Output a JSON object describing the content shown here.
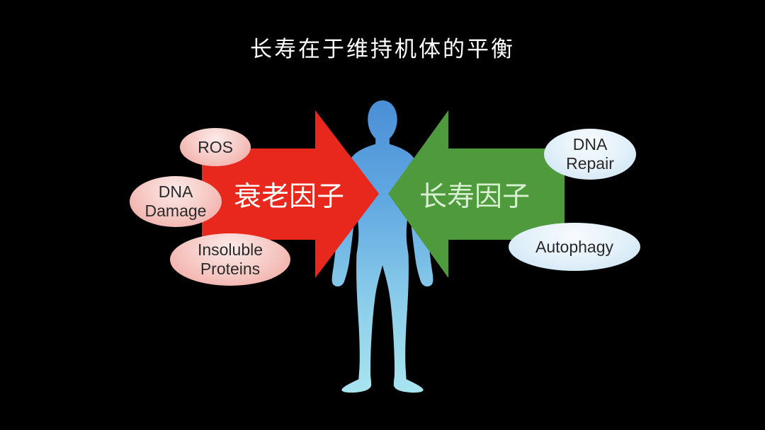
{
  "title": "长寿在于维持机体的平衡",
  "arrows": {
    "aging": {
      "label": "衰老因子",
      "color": "#E8271D",
      "text_color": "#FFFFFF"
    },
    "longevity": {
      "label": "长寿因子",
      "color": "#4E9A3D",
      "text_color": "#D9EFD2"
    }
  },
  "aging_factors": {
    "ros": {
      "line1": "ROS"
    },
    "dna_damage": {
      "line1": "DNA",
      "line2": "Damage"
    },
    "insoluble_proteins": {
      "line1": "Insoluble",
      "line2": "Proteins"
    }
  },
  "longevity_factors": {
    "dna_repair": {
      "line1": "DNA",
      "line2": "Repair"
    },
    "autophagy": {
      "line1": "Autophagy"
    }
  },
  "colors": {
    "background": "#000000",
    "title_text": "#FFFFFF",
    "aging_bubble_center": "#FBEAE8",
    "aging_bubble_edge": "#EFA29D",
    "longevity_bubble_center": "#F7FBFE",
    "longevity_bubble_edge": "#C7E2F4",
    "bubble_text": "#2A2A2A",
    "body_gradient_top": "#4A8FD6",
    "body_gradient_bottom": "#A9E4F0"
  }
}
